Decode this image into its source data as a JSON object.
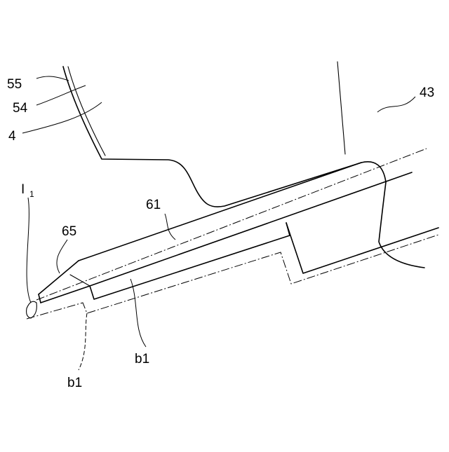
{
  "labels": {
    "ref_55": "55",
    "ref_54": "54",
    "ref_4": "4",
    "ref_43": "43",
    "ref_I": "I",
    "ref_I_sub": "1",
    "ref_61": "61",
    "ref_65": "65",
    "ref_b1_inner": "b1",
    "ref_b1_outer": "b1"
  }
}
